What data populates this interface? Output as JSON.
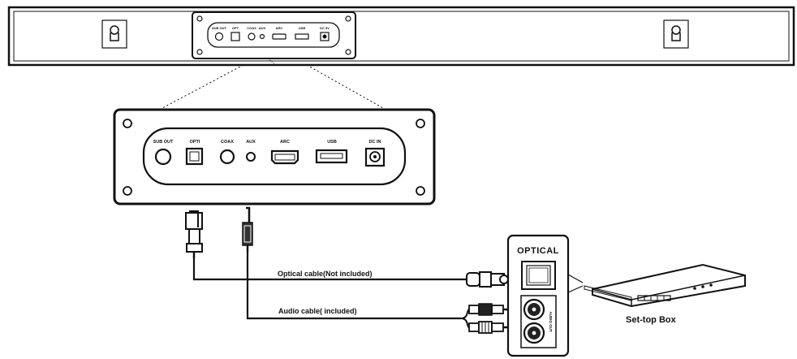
{
  "soundbar_ports": [
    "SUB OUT",
    "OPT",
    "COAX",
    "AUX",
    "ARC",
    "USB",
    "DC 5V"
  ],
  "panel_ports": [
    "SUB OUT",
    "OPTI",
    "COAX",
    "AUX",
    "ARC",
    "USB",
    "DC IN"
  ],
  "cables": {
    "optical": "Optical cable(Not included)",
    "audio": "Audio cable( included)"
  },
  "device_panel": {
    "title": "OPTICAL",
    "vertical_label": "AUDIO OUT"
  },
  "set_top_box_label": "Set-top Box"
}
